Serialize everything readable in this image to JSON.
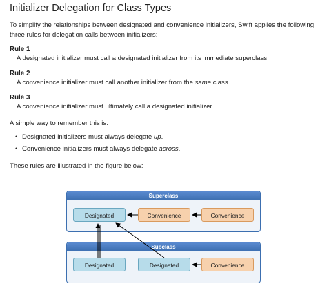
{
  "title": "Initializer Delegation for Class Types",
  "intro": "To simplify the relationships between designated and convenience initializers, Swift applies the following three rules for delegation calls between initializers:",
  "rules": [
    {
      "heading": "Rule 1",
      "text": "A designated initializer must call a designated initializer from its immediate superclass."
    },
    {
      "heading": "Rule 2",
      "text_before": "A convenience initializer must call another initializer from the ",
      "text_em": "same",
      "text_after": " class."
    },
    {
      "heading": "Rule 3",
      "text": "A convenience initializer must ultimately call a designated initializer."
    }
  ],
  "remember": "A simple way to remember this is:",
  "bullets": [
    {
      "dot": "•",
      "before": "Designated initializers must always delegate ",
      "em": "up",
      "after": "."
    },
    {
      "dot": "•",
      "before": "Convenience initializers must always delegate ",
      "em": "across",
      "after": "."
    }
  ],
  "figure_intro": "These rules are illustrated in the figure below:",
  "figure": {
    "superclass": {
      "label": "Superclass",
      "boxes": [
        "Designated",
        "Convenience",
        "Convenience"
      ]
    },
    "subclass": {
      "label": "Subclass",
      "boxes": [
        "Designated",
        "Designated",
        "Convenience"
      ]
    },
    "colors": {
      "panel_header": "#3c6fb0",
      "designated": "#b7dcea",
      "convenience": "#f7d1ad"
    }
  }
}
